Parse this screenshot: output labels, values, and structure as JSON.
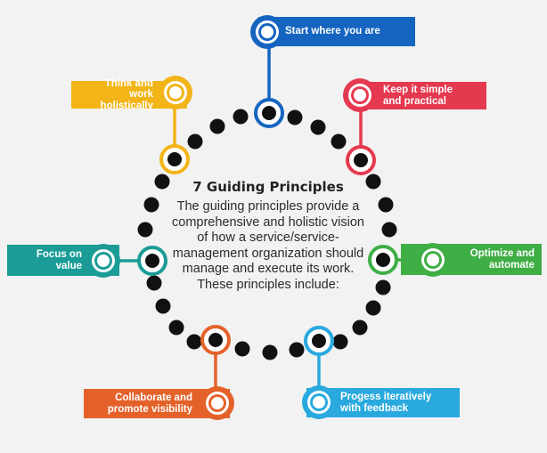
{
  "center": {
    "title": "7 Guiding Principles",
    "description": "The guiding principles provide a comprehensive and holistic vision of how a service/service-management organization should manage and execute its work. These principles include:"
  },
  "principles": [
    {
      "label": "Start where you are",
      "color": "#1565c0"
    },
    {
      "label": "Keep it simple\nand practical",
      "color": "#e53950"
    },
    {
      "label": "Optimize and\nautomate",
      "color": "#3fae45"
    },
    {
      "label": "Progess iteratively\nwith feedback",
      "color": "#29a9de"
    },
    {
      "label": "Collaborate and\npromote visibility",
      "color": "#e4622a"
    },
    {
      "label": "Focus on\nvalue",
      "color": "#1b9c96"
    },
    {
      "label": "Think and work\nholistically",
      "color": "#f2b417"
    }
  ]
}
